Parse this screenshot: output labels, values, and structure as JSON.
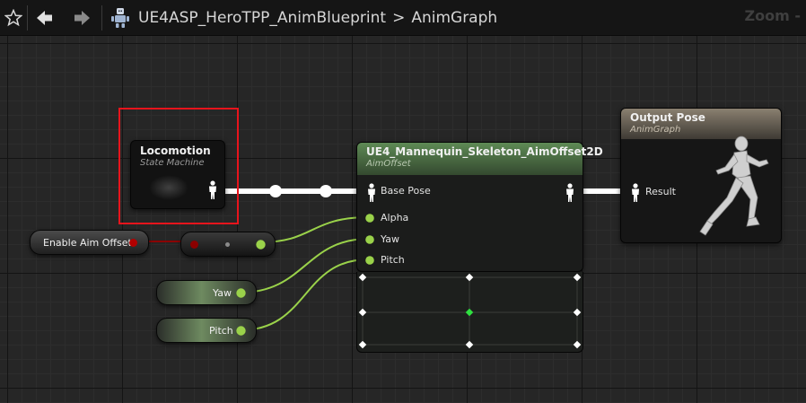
{
  "toolbar": {
    "breadcrumb": [
      "UE4ASP_HeroTPP_AnimBlueprint",
      "AnimGraph"
    ],
    "breadcrumb_separator": ">",
    "zoom_label": "Zoom -"
  },
  "graph": {
    "nodes": {
      "locomotion": {
        "title": "Locomotion",
        "subtitle": "State Machine"
      },
      "aim_offset": {
        "title": "UE4_Mannequin_Skeleton_AimOffset2D",
        "subtitle": "AimOffset",
        "pins": {
          "base_pose": "Base Pose",
          "alpha": "Alpha",
          "yaw": "Yaw",
          "pitch": "Pitch"
        }
      },
      "output_pose": {
        "title": "Output Pose",
        "subtitle": "AnimGraph",
        "pin": "Result"
      }
    },
    "variables": {
      "enable_aim_offset": "Enable Aim Offset",
      "yaw": "Yaw",
      "pitch": "Pitch"
    }
  },
  "colors": {
    "exec_wire": "#ffffff",
    "bool_wire": "#8b0000",
    "float_wire": "#9ad24a",
    "float_pin": "#9ad24a",
    "bool_pin": "#b30000",
    "aimoffset_header": "#5e8a55",
    "output_header": "#8a8070",
    "selection": "#e8141c"
  }
}
